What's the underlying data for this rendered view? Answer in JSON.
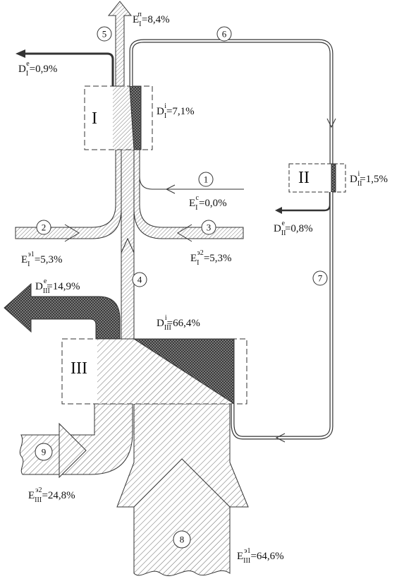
{
  "zones": [
    "I",
    "II",
    "III"
  ],
  "stream_numbers": [
    "1",
    "2",
    "3",
    "4",
    "5",
    "6",
    "7",
    "8",
    "9"
  ],
  "labels": {
    "E_I_p": {
      "base": "E",
      "sub": "I",
      "sup": "п",
      "value": "=8,4%"
    },
    "D_I_e": {
      "base": "D",
      "sub": "I",
      "sup": "e",
      "value": "=0,9%"
    },
    "D_I_i": {
      "base": "D",
      "sub": "I",
      "sup": "i",
      "value": "=7,1%"
    },
    "E_I_c": {
      "base": "E",
      "sub": "I",
      "sup": "c",
      "value": "=0,0%"
    },
    "E_I_e1": {
      "base": "E",
      "sub": "I",
      "sup": "э1",
      "value": "=5,3%"
    },
    "E_I_e2": {
      "base": "E",
      "sub": "I",
      "sup": "э2",
      "value": "=5,3%"
    },
    "D_II_i": {
      "base": "D",
      "sub": "II",
      "sup": "i",
      "value": "=1,5%"
    },
    "D_II_e": {
      "base": "D",
      "sub": "II",
      "sup": "e",
      "value": "=0,8%"
    },
    "D_III_e": {
      "base": "D",
      "sub": "III",
      "sup": "e",
      "value": "=14,9%"
    },
    "D_III_i": {
      "base": "D",
      "sub": "III",
      "sup": "i",
      "value": "=66,4%"
    },
    "E_III_e2": {
      "base": "E",
      "sub": "III",
      "sup": "э2",
      "value": "=24,8%"
    },
    "E_III_e1": {
      "base": "E",
      "sub": "III",
      "sup": "э1",
      "value": "=64,6%"
    }
  },
  "colors": {
    "line": "#333333",
    "hatch": "#6a6a6a",
    "dense_hatch": "#3a3a3a"
  }
}
